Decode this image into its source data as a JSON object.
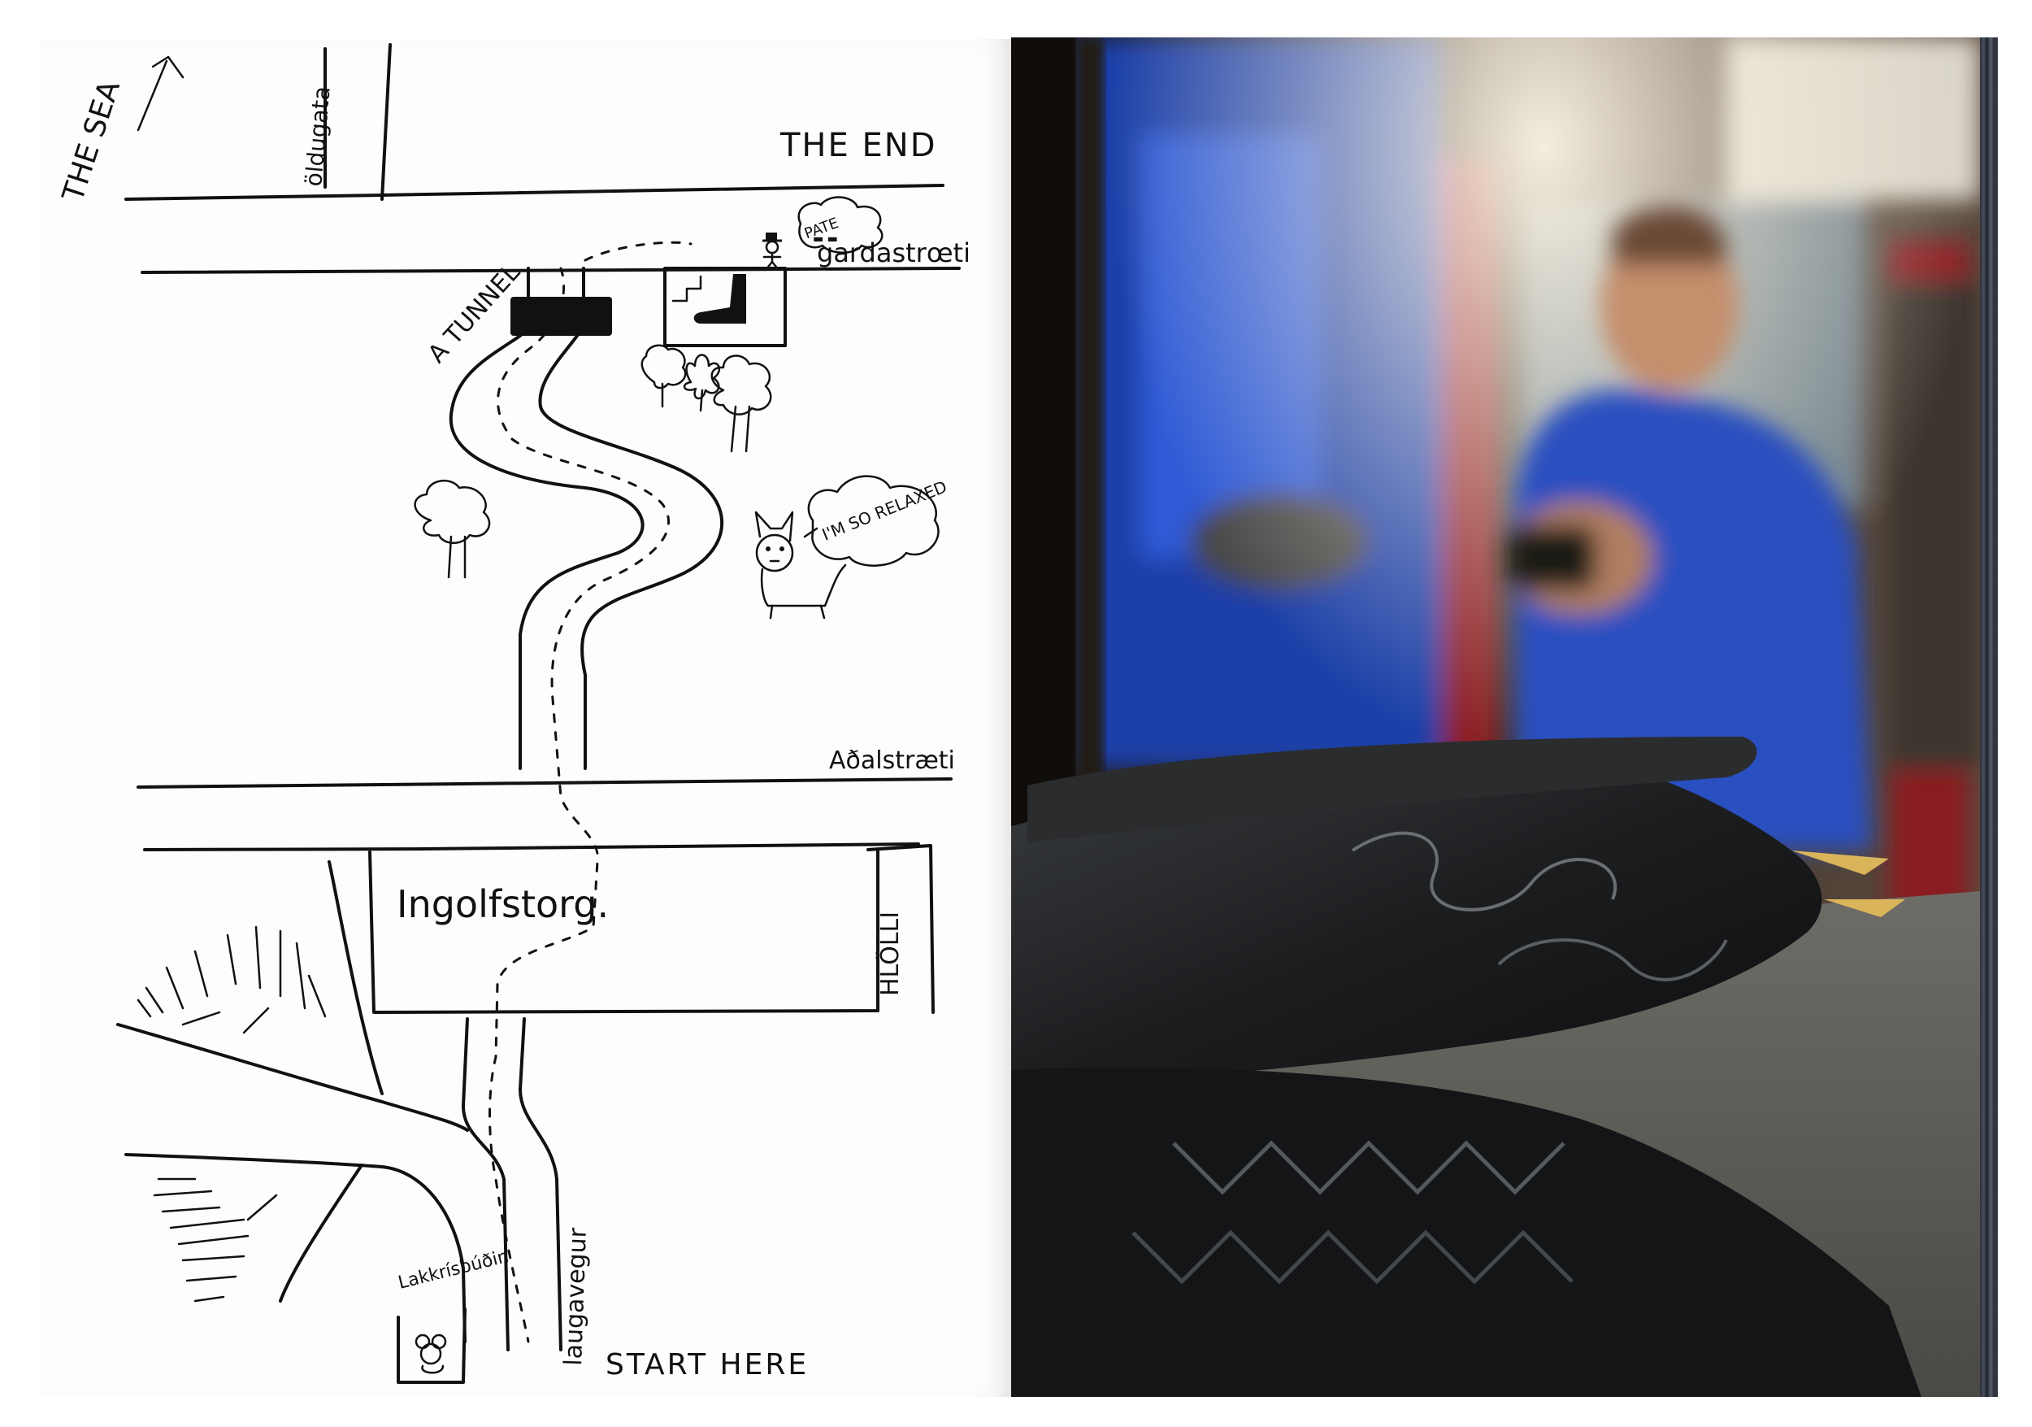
{
  "map": {
    "labels": {
      "the_sea": "THE SEA",
      "oldugata": "öldugata",
      "the_end": "THE END",
      "gardastraeti": "gardastrœti",
      "a_tunnel": "A TUNNEL",
      "im_so_relaxed": "I'M SO RELAXED",
      "adalstraeti": "Aðalstræti",
      "ingolfstorg": "Ingolfstorg.",
      "hlolli": "HLÖLLI",
      "laugavegur": "laugavegur",
      "start_here": "START HERE",
      "lakkrisbudin": "Lakkrísbúðin"
    },
    "icons": [
      "arrow-icon",
      "boot-icon",
      "tree-icon",
      "flower-icon",
      "cat-icon",
      "stick-figure-icon",
      "mouse-icon",
      "speech-cloud-icon"
    ]
  },
  "photo": {
    "colors": {
      "machine_blue": "#1b3fa8",
      "worker_shirt": "#2a4fc0",
      "boot_black": "#1c1d1f",
      "workbench_gray": "#5c5b56",
      "wall_red": "#8a1e22",
      "boot_tip_gold": "#d9b45a"
    }
  }
}
